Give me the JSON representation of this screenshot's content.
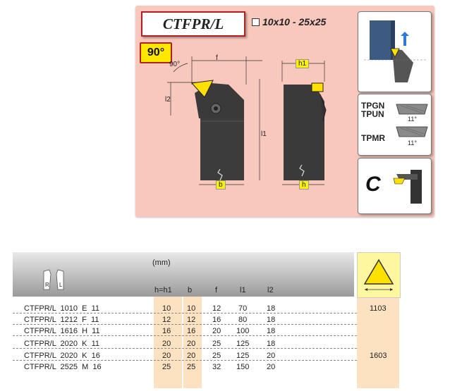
{
  "header": {
    "title": "CTFPR/L",
    "size_range": "10x10 - 25x25",
    "angle": "90°"
  },
  "diagram": {
    "angle_label": "90°",
    "labels": {
      "f": "f",
      "l2": "l2",
      "l1": "l1",
      "b": "b",
      "h": "h",
      "h1": "h1"
    }
  },
  "inserts": {
    "a": "TPGN",
    "b": "TPUN",
    "c": "TPMR",
    "angle_a": "11°",
    "angle_b": "11°",
    "clamp": "C"
  },
  "table": {
    "unit": "(mm)",
    "hand_labels": [
      "R",
      "L"
    ],
    "columns": [
      "h=h1",
      "b",
      "f",
      "l1",
      "l2"
    ],
    "rows": [
      {
        "code": "CTFPR/L  1010  E  11",
        "h": "10",
        "b": "10",
        "f": "12",
        "l1": "70",
        "l2": "18",
        "insert": "1103"
      },
      {
        "code": "CTFPR/L  1212  F  11",
        "h": "12",
        "b": "12",
        "f": "16",
        "l1": "80",
        "l2": "18",
        "insert": ""
      },
      {
        "code": "CTFPR/L  1616  H  11",
        "h": "16",
        "b": "16",
        "f": "20",
        "l1": "100",
        "l2": "18",
        "insert": ""
      },
      {
        "code": "CTFPR/L  2020  K  11",
        "h": "20",
        "b": "20",
        "f": "25",
        "l1": "125",
        "l2": "18",
        "insert": ""
      },
      {
        "code": "CTFPR/L  2020  K  16",
        "h": "20",
        "b": "20",
        "f": "25",
        "l1": "125",
        "l2": "20",
        "insert": "1603"
      },
      {
        "code": "CTFPR/L  2525  M  16",
        "h": "25",
        "b": "25",
        "f": "32",
        "l1": "150",
        "l2": "20",
        "insert": ""
      }
    ]
  },
  "colors": {
    "panel": "#f9c8bd",
    "accent": "#b02020",
    "highlight": "#fff200",
    "column_highlight": "#fde2c2"
  }
}
